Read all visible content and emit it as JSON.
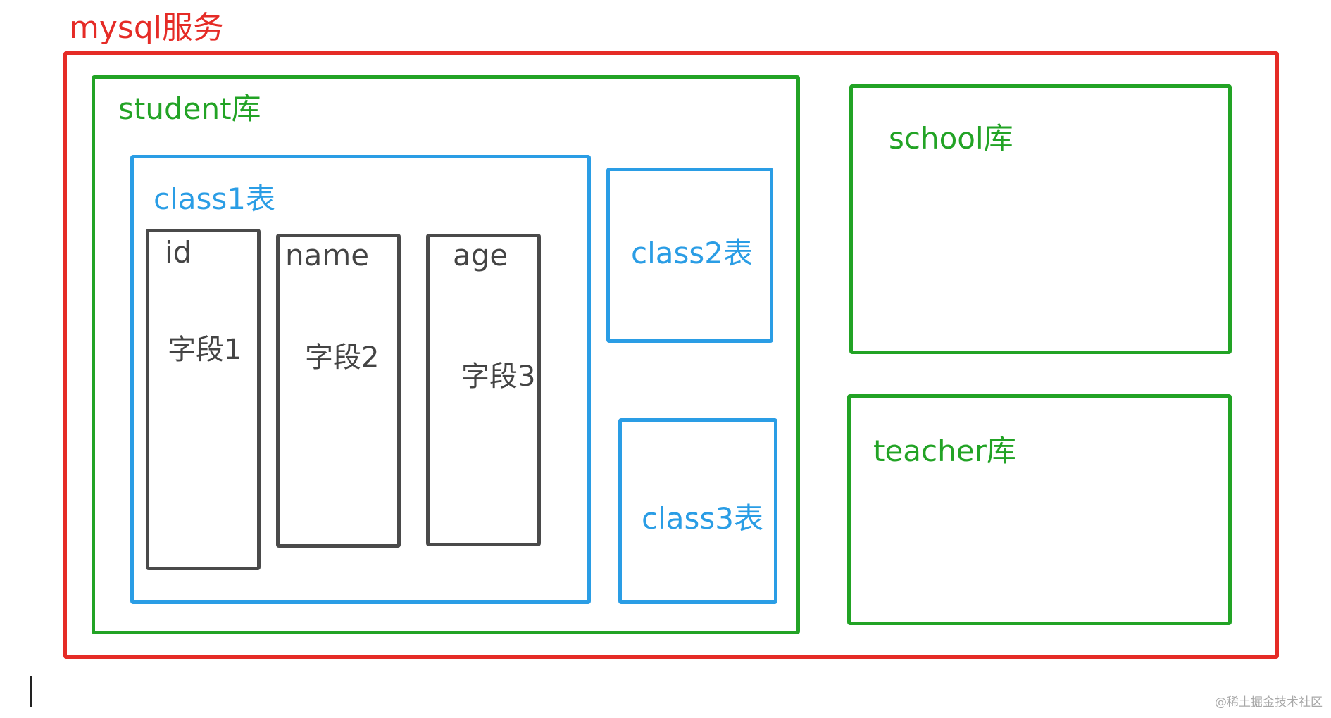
{
  "service": {
    "label": "mysql服务"
  },
  "databases": {
    "student": {
      "label": "student库",
      "tables": {
        "class1": {
          "label": "class1表",
          "fields": [
            {
              "name": "id",
              "label": "字段1"
            },
            {
              "name": "name",
              "label": "字段2"
            },
            {
              "name": "age",
              "label": "字段3"
            }
          ]
        },
        "class2": {
          "label": "class2表"
        },
        "class3": {
          "label": "class3表"
        }
      }
    },
    "school": {
      "label": "school库"
    },
    "teacher": {
      "label": "teacher库"
    }
  },
  "watermark": "@稀土掘金技术社区",
  "colors": {
    "service": "#e52b26",
    "database": "#22a325",
    "table": "#2a9de5",
    "field": "#4a4a4a"
  }
}
